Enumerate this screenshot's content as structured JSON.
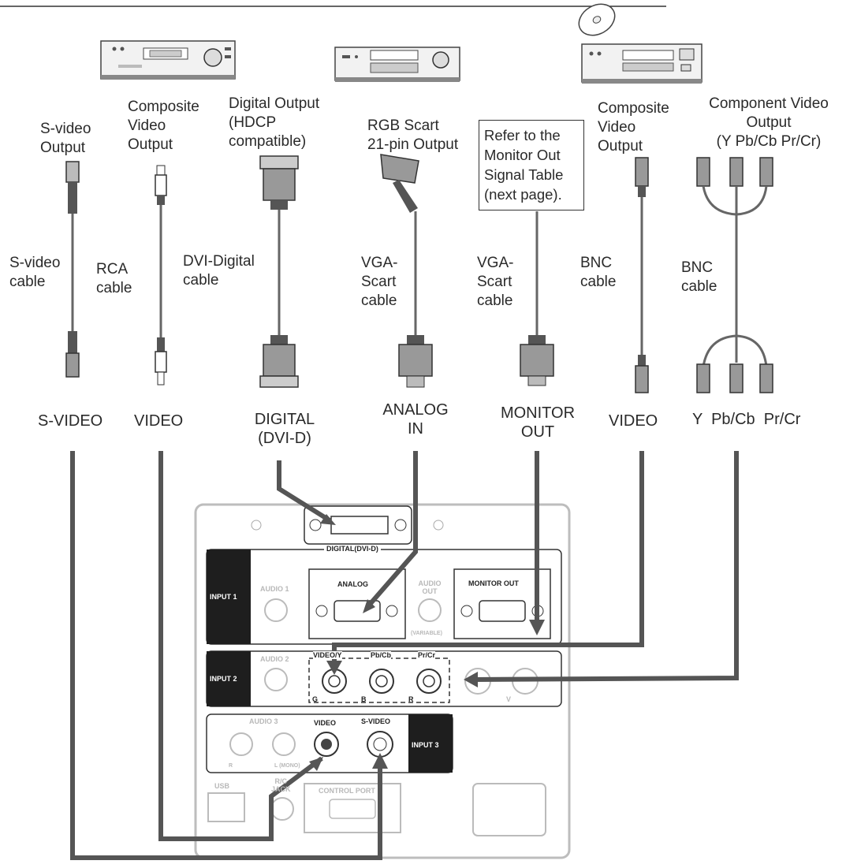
{
  "devices": {
    "left_deck": "vcr-device-icon",
    "middle_deck": "scart-device-icon",
    "right_deck": "dvd-player-icon",
    "disc": "disc-icon"
  },
  "outputs": {
    "svideo": "S-video\nOutput",
    "composite1": "Composite\nVideo\nOutput",
    "digital": "Digital Output\n(HDCP\ncompatible)",
    "rgb_scart": "RGB Scart\n21-pin Output",
    "composite2": "Composite\nVideo\nOutput",
    "component": "Component Video\nOutput\n(Y  Pb/Cb  Pr/Cr)"
  },
  "note": "Refer to the\nMonitor Out\nSignal Table\n(next page).",
  "cables": {
    "svideo": "S-video\ncable",
    "rca": "RCA\ncable",
    "dvi": "DVI-Digital\ncable",
    "vga_scart1": "VGA-\nScart\ncable",
    "vga_scart2": "VGA-\nScart\ncable",
    "bnc1": "BNC\ncable",
    "bnc2": "BNC\ncable"
  },
  "ports": {
    "svideo": "S-VIDEO",
    "video1": "VIDEO",
    "digital": "DIGITAL\n(DVI-D)",
    "analog": "ANALOG\nIN",
    "monitor": "MONITOR\nOUT",
    "video2": "VIDEO",
    "component": "Y  Pb/Cb  Pr/Cr"
  },
  "panel": {
    "digital": "DIGITAL(DVI-D)",
    "input1": "INPUT 1",
    "audio1": "AUDIO 1",
    "analog": "ANALOG",
    "audio_out": "AUDIO\nOUT",
    "variable": "(VARIABLE)",
    "monitor_out": "MONITOR OUT",
    "input2": "INPUT 2",
    "audio2": "AUDIO 2",
    "video_y": "VIDEO/Y",
    "pb_cb": "Pb/Cb",
    "pr_cr": "Pr/Cr",
    "g": "G",
    "b": "B",
    "r": "R",
    "input3": "INPUT 3",
    "audio3": "AUDIO 3",
    "video": "VIDEO",
    "s_video": "S-VIDEO",
    "r_small": "R",
    "l_mono": "L (MONO)",
    "usb": "USB",
    "rc_jack": "R/C\nJACK",
    "control_port": "CONTROL PORT",
    "v": "V"
  }
}
